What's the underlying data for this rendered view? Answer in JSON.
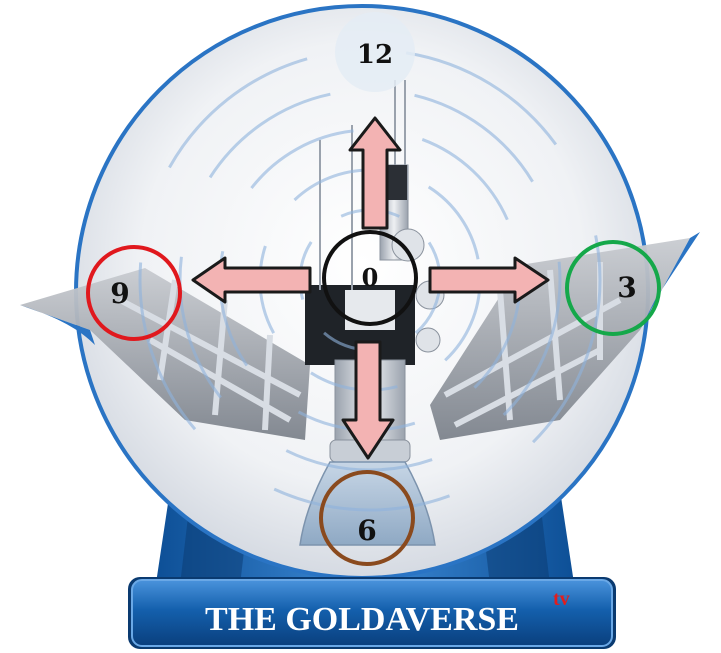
{
  "logo": {
    "brand": "THE GOLDAVERSE",
    "brand_suffix": "tv"
  },
  "dial": {
    "top": "12",
    "right": "3",
    "bottom": "6",
    "left": "9",
    "center": "0"
  },
  "colors": {
    "globe_border": "#2a74c4",
    "banner_blue": "#0f5ea8",
    "banner_light": "#3e86d1",
    "arrow_fill": "#f3b3b3",
    "ring_left": "#e0181d",
    "ring_right": "#15a84a",
    "ring_bottom": "#8a4a1e",
    "ring_center": "#111111",
    "suffix_red": "#e21d1d"
  }
}
